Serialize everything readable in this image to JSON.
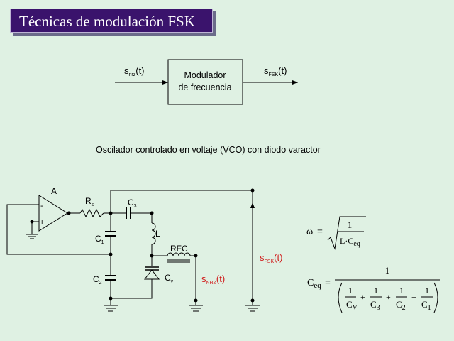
{
  "title": "Técnicas de modulación  FSK",
  "block": {
    "input_label": "s",
    "input_sub": "nrz",
    "input_arg": "(t)",
    "box_line1": "Modulador",
    "box_line2": "de frecuencia",
    "output_label": "s",
    "output_sub": "FSK",
    "output_arg": "(t)"
  },
  "caption": "Oscilador controlado en voltaje (VCO) con diodo varactor",
  "circuit": {
    "amp_label": "A",
    "rs_label": "R",
    "rs_sub": "s",
    "c3_label": "C",
    "c3_sub": "3",
    "c1_label": "C",
    "c1_sub": "1",
    "l_label": "L",
    "rfc_label": "RFC",
    "c2_label": "C",
    "c2_sub": "2",
    "cv_label": "C",
    "cv_sub": "v",
    "amp_minus": "-",
    "amp_plus": "+",
    "snrz_label": "s",
    "snrz_sub": "NRZ",
    "snrz_arg": "(t)",
    "sfsk_label": "s",
    "sfsk_sub": "FSK",
    "sfsk_arg": "(t)",
    "signal_color": "#d01818"
  },
  "formula1": {
    "lhs": "ω",
    "eq": "=",
    "num": "1",
    "den_l": "L",
    "den_dot": "·",
    "den_c": "C",
    "den_sub": "eq"
  },
  "formula2": {
    "lhs": "C",
    "lhs_sub": "eq",
    "eq": "=",
    "num": "1",
    "t1_num": "1",
    "t1_c": "C",
    "t1_sub": "V",
    "t2_num": "1",
    "t2_c": "C",
    "t2_sub": "3",
    "t3_num": "1",
    "t3_c": "C",
    "t3_sub": "2",
    "t4_num": "1",
    "t4_c": "C",
    "t4_sub": "1",
    "plus": "+"
  }
}
